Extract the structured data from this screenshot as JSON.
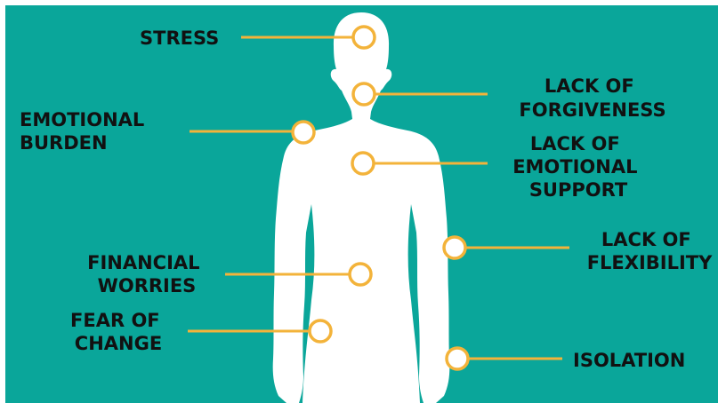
{
  "colors": {
    "background": "#0aa69a",
    "silhouette": "#ffffff",
    "connector": "#f3b33a",
    "text": "#111111"
  },
  "labels": [
    {
      "id": "stress",
      "lines": [
        "STRESS"
      ]
    },
    {
      "id": "emotional-burden",
      "lines": [
        "EMOTIONAL",
        "BURDEN"
      ]
    },
    {
      "id": "lack-of-forgiveness",
      "lines": [
        "LACK OF",
        "FORGIVENESS"
      ]
    },
    {
      "id": "lack-of-emotional-support",
      "lines": [
        "LACK OF",
        "EMOTIONAL",
        "SUPPORT"
      ]
    },
    {
      "id": "financial-worries",
      "lines": [
        "FINANCIAL",
        "WORRIES"
      ]
    },
    {
      "id": "lack-of-flexibility",
      "lines": [
        "LACK OF",
        "FLEXIBILITY"
      ]
    },
    {
      "id": "fear-of-change",
      "lines": [
        "FEAR OF",
        "CHANGE"
      ]
    },
    {
      "id": "isolation",
      "lines": [
        "ISOLATION"
      ]
    }
  ]
}
